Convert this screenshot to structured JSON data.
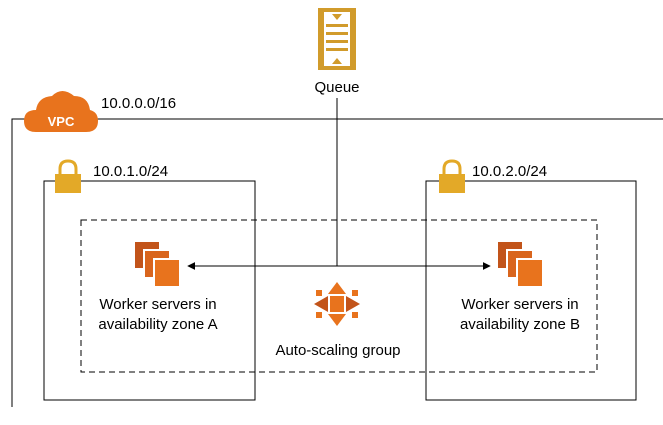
{
  "queue": {
    "label": "Queue",
    "icon": "queue-icon"
  },
  "vpc": {
    "badge": "VPC",
    "cidr": "10.0.0.0/16",
    "icon": "cloud-icon"
  },
  "subnets": [
    {
      "cidr": "10.0.1.0/24",
      "icon": "lock-icon"
    },
    {
      "cidr": "10.0.2.0/24",
      "icon": "lock-icon"
    }
  ],
  "workers": [
    {
      "line1": "Worker servers in",
      "line2": "availability zone A",
      "icon": "server-stack-icon"
    },
    {
      "line1": "Worker servers in",
      "line2": "availability zone B",
      "icon": "server-stack-icon"
    }
  ],
  "autoscaling": {
    "label": "Auto-scaling group",
    "icon": "auto-scaling-icon"
  },
  "colors": {
    "aws_orange": "#e8731d",
    "orange_dark": "#c2541a",
    "queue_gold": "#d19b2b",
    "lock_gold": "#e3a928"
  }
}
